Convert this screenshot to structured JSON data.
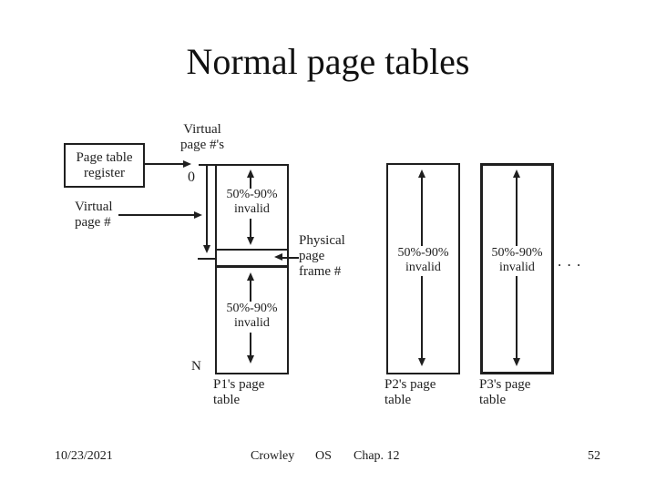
{
  "slide": {
    "title": "Normal page tables"
  },
  "diagram": {
    "register_box": "Page table\nregister",
    "virtual_page_numbers": "Virtual\npage #'s",
    "index_zero": "0",
    "index_n": "N",
    "virtual_page_number": "Virtual\npage #",
    "physical_page_frame": "Physical\npage\nframe #",
    "invalid_top_p1": "50%-90%\ninvalid",
    "invalid_bottom_p1": "50%-90%\ninvalid",
    "invalid_p2": "50%-90%\ninvalid",
    "invalid_p3": "50%-90%\ninvalid",
    "caption_p1": "P1's page\ntable",
    "caption_p2": "P2's page\ntable",
    "caption_p3": "P3's page\ntable",
    "ellipsis": ". . ."
  },
  "footer": {
    "date": "10/23/2021",
    "author": "Crowley",
    "course": "OS",
    "chapter": "Chap. 12",
    "page_number": "52"
  },
  "colors": {
    "background": "#ffffff",
    "ink": "#1f1f1f"
  }
}
